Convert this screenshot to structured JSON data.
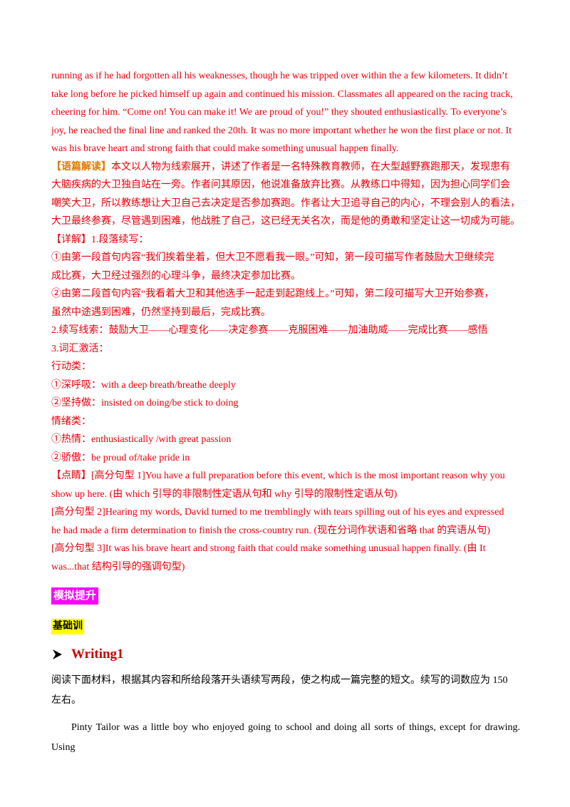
{
  "essay": {
    "lines": [
      "running as if he had forgotten all his weaknesses, though he was tripped over within the a few kilometers. It didn’t",
      "take long before he picked himself up again and continued his mission. Classmates all appeared on the racing track,",
      "cheering for him. “Come on! You can make it! We are proud of you!” they shouted enthusiastically. To everyone’s",
      "joy, he reached the final line and ranked the 20th. It was no more important whether he won the first place or not. It",
      "was his brave heart and strong faith that could make something unusual happen finally."
    ]
  },
  "analysis": {
    "tag": "【语篇解读】",
    "lines": [
      "本文以人物为线索展开，讲述了作者是一名特殊教育教师，在大型越野赛跑那天，发现患有",
      "大脑疾病的大卫独自站在一旁。作者问其原因，他说准备放弃比赛。从教练口中得知，因为担心同学们会",
      "嘲笑大卫，所以教练想让大卫自己去决定是否参加赛跑。作者让大卫追寻自己的内心，不理会别人的看法，",
      "大卫最终参赛，尽管遇到困难，他战胜了自己，这已经无关名次，而是他的勇敢和坚定让这一切成为可能。"
    ]
  },
  "details": {
    "header": "【详解】1.段落续写：",
    "items": [
      "①由第一段首句内容“我们挨着坐着，但大卫不愿看我一眼。”可知，第一段可描写作者鼓励大卫继续完",
      "成比赛，大卫经过强烈的心理斗争，最终决定参加比赛。",
      "②由第二段首句内容“我看着大卫和其他选手一起走到起跑线上。”可知，第二段可描写大卫开始参赛，",
      "虽然中途遇到困难，仍然坚持到最后，完成比赛。",
      "2.续写线索：鼓励大卫——心理变化——决定参赛——克服困难——加油助威——完成比赛——感悟",
      "3.词汇激活：",
      "行动类：",
      "①深呼吸：with a deep breath/breathe deeply",
      "②坚持做：insisted on doing/be stick to doing",
      "情绪类：",
      "①热情：enthusiastically /with great passion",
      "②骄傲：be proud of/take pride in"
    ]
  },
  "highlights": {
    "tag": "【点睛】",
    "lines": [
      "[高分句型 1]You have a full preparation before this event, which is the most important reason why you",
      "show up here. (由 which 引导的非限制性定语从句和 why 引导的限制性定语从句)",
      "[高分句型 2]Hearing my words, David turned to me tremblingly with tears spilling out of his eyes and expressed",
      "he had made a firm determination to finish the cross-country run. (现在分词作状语和省略 that 的宾语从句)",
      "[高分句型 3]It was his brave heart and strong faith that could make something unusual happen finally. (由 It",
      "was...that 结构引导的强调句型)"
    ]
  },
  "section": {
    "badge": "模拟提升",
    "sub_badge": "基础训",
    "writing_title": "Writing1",
    "instruction_lines": [
      "阅读下面材料，根据其内容和所给段落开头语续写两段，使之构成一篇完整的短文。续写的词数应为 150",
      "左右。"
    ],
    "story_line": "Pinty Tailor was a little boy who enjoyed going to school and doing all sorts of things, except for drawing. Using"
  },
  "colors": {
    "red_text": "#e8000b",
    "orange_tag": "#e07b00",
    "magenta_badge": "#ff00ff",
    "yellow_badge": "#ffff00",
    "title_red": "#cc0000"
  },
  "icons": {
    "writing_bullet": "arrow-right-icon"
  }
}
